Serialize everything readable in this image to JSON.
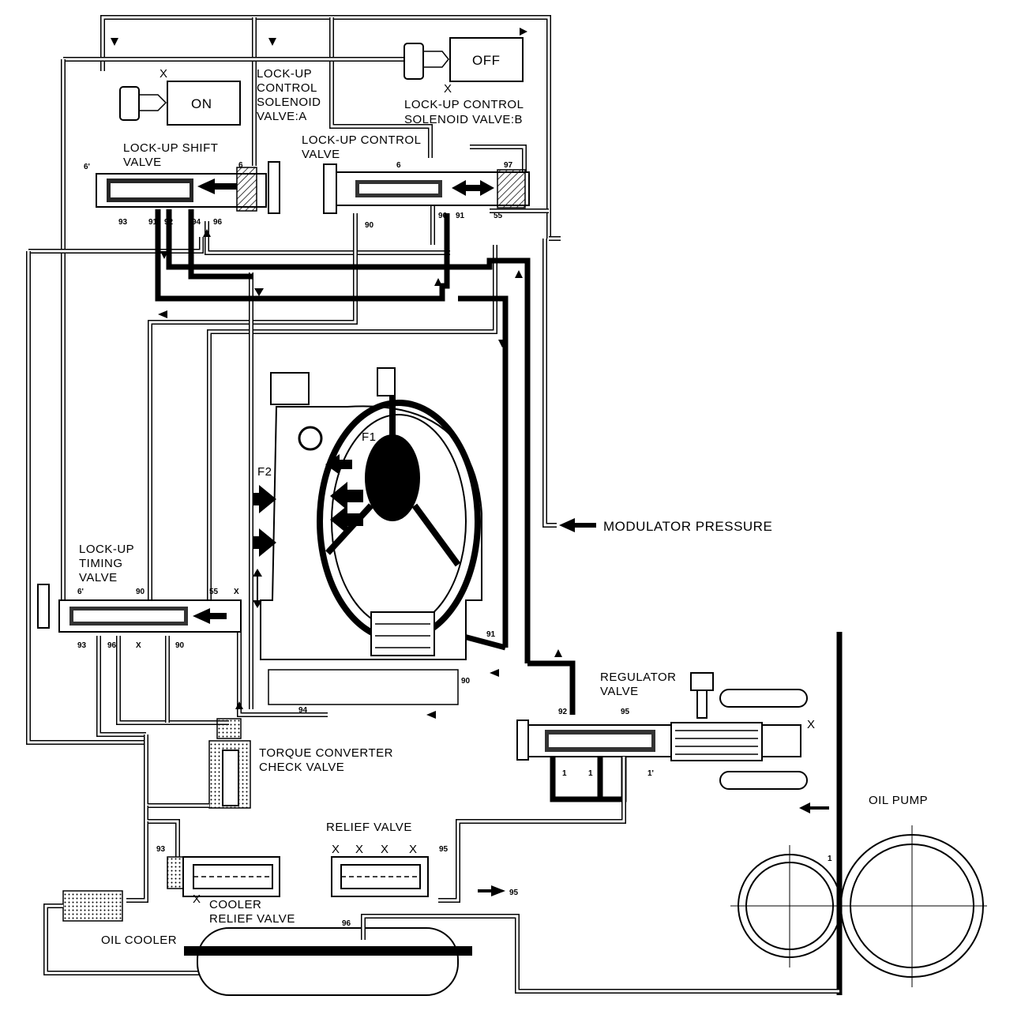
{
  "solenoid_a": {
    "state": "ON",
    "label_lines": [
      "LOCK-UP",
      "CONTROL",
      "SOLENOID",
      "VALVE:A"
    ],
    "x_mark": "X"
  },
  "solenoid_b": {
    "state": "OFF",
    "label_lines": [
      "LOCK-UP CONTROL",
      "SOLENOID VALVE:B"
    ],
    "x_mark": "X"
  },
  "lockup_shift_valve": {
    "label_lines": [
      "LOCK-UP SHIFT",
      "VALVE"
    ],
    "ports": [
      "6'",
      "6",
      "93",
      "91",
      "92",
      "94",
      "96"
    ]
  },
  "lockup_control_valve": {
    "label_lines": [
      "LOCK-UP CONTROL",
      "VALVE"
    ],
    "ports": [
      "6",
      "97",
      "90",
      "96",
      "91",
      "55"
    ]
  },
  "torque_converter": {
    "forces": [
      "F1",
      "F2"
    ],
    "ports": [
      "91",
      "90",
      "94"
    ]
  },
  "modulator_pressure": {
    "label": "MODULATOR PRESSURE"
  },
  "lockup_timing_valve": {
    "label_lines": [
      "LOCK-UP",
      "TIMING",
      "VALVE"
    ],
    "ports_top": [
      "6'",
      "90",
      "55",
      "X"
    ],
    "ports_bottom": [
      "93",
      "96",
      "X",
      "90"
    ]
  },
  "regulator_valve": {
    "label_lines": [
      "REGULATOR",
      "VALVE"
    ],
    "ports": [
      "92",
      "95",
      "X",
      "1",
      "1",
      "1'"
    ]
  },
  "torque_converter_check_valve": {
    "label_lines": [
      "TORQUE CONVERTER",
      "CHECK VALVE"
    ]
  },
  "oil_pump": {
    "label": "OIL PUMP",
    "port": "1"
  },
  "relief_valve": {
    "label": "RELIEF VALVE",
    "ports": [
      "X",
      "X",
      "X",
      "X",
      "95"
    ]
  },
  "cooler_relief_valve": {
    "label_lines": [
      "COOLER",
      "RELIEF VALVE"
    ],
    "ports": [
      "93",
      "X"
    ]
  },
  "oil_cooler": {
    "label": "OIL COOLER",
    "port": "96"
  },
  "line_95_label": "95"
}
